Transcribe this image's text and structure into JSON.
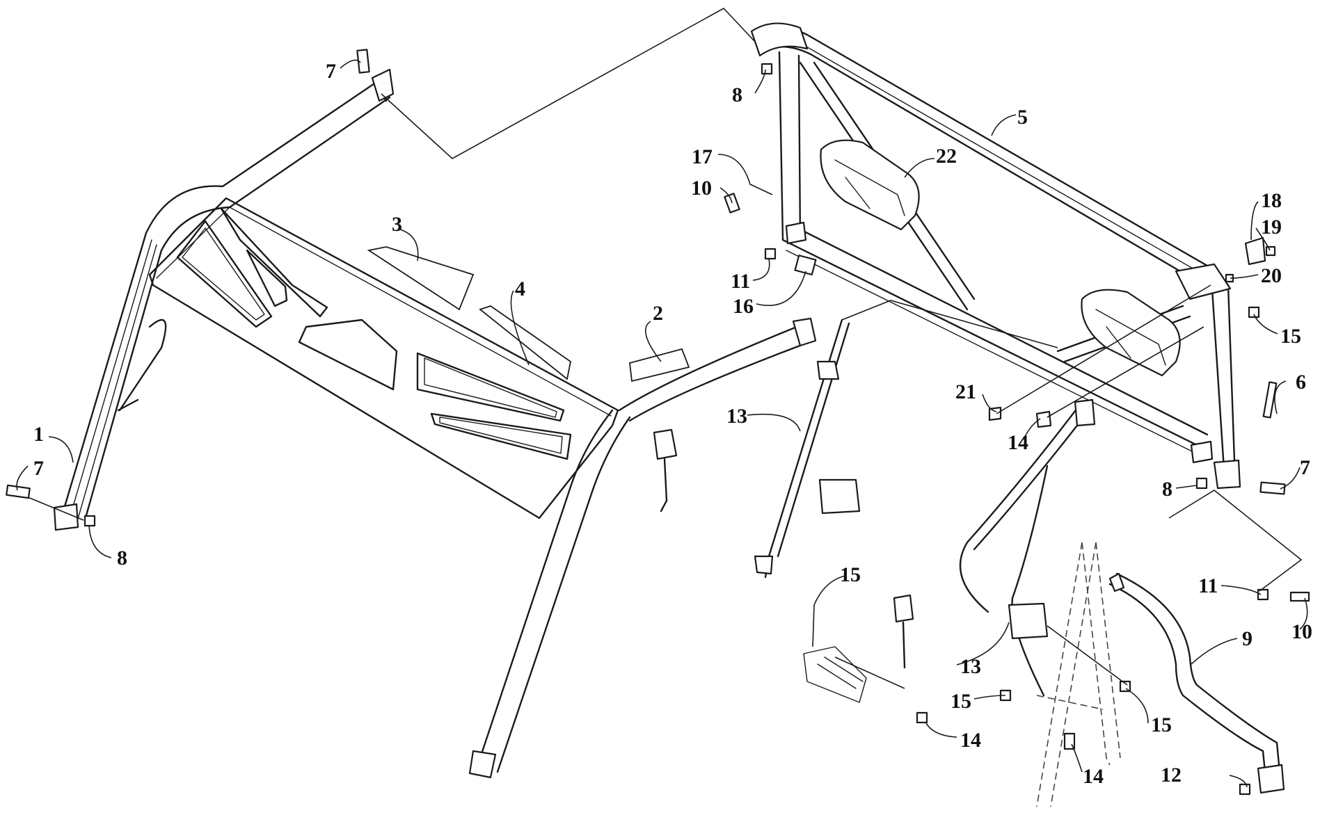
{
  "diagram": {
    "callouts": [
      {
        "label": "1"
      },
      {
        "label": "2"
      },
      {
        "label": "3"
      },
      {
        "label": "4"
      },
      {
        "label": "5"
      },
      {
        "label": "6"
      },
      {
        "label": "7"
      },
      {
        "label": "7"
      },
      {
        "label": "7"
      },
      {
        "label": "8"
      },
      {
        "label": "8"
      },
      {
        "label": "8"
      },
      {
        "label": "9"
      },
      {
        "label": "10"
      },
      {
        "label": "10"
      },
      {
        "label": "11"
      },
      {
        "label": "11"
      },
      {
        "label": "12"
      },
      {
        "label": "13"
      },
      {
        "label": "13"
      },
      {
        "label": "14"
      },
      {
        "label": "14"
      },
      {
        "label": "14"
      },
      {
        "label": "15"
      },
      {
        "label": "15"
      },
      {
        "label": "15"
      },
      {
        "label": "15"
      },
      {
        "label": "16"
      },
      {
        "label": "17"
      },
      {
        "label": "18"
      },
      {
        "label": "19"
      },
      {
        "label": "20"
      },
      {
        "label": "21"
      },
      {
        "label": "22"
      }
    ]
  }
}
